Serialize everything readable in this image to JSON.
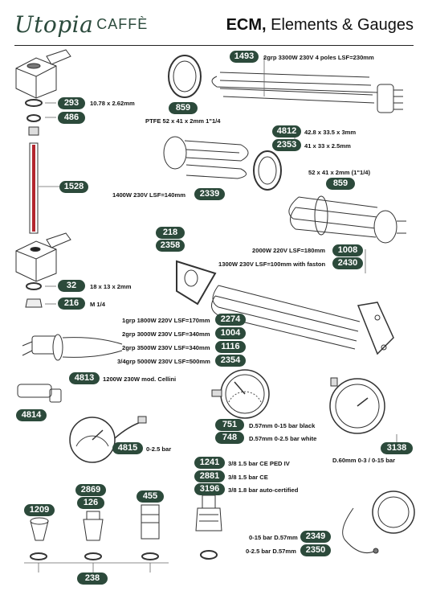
{
  "header": {
    "logo_script": "Utopia",
    "logo_brand": "CAFFÈ",
    "title_bold": "ECM,",
    "title_rest": " Elements & Gauges"
  },
  "parts": [
    {
      "code": "1493",
      "desc": "2grp 3300W 230V 4 poles LSF=230mm"
    },
    {
      "code": "293",
      "desc": "10.78 x 2.62mm"
    },
    {
      "code": "486",
      "desc": ""
    },
    {
      "code": "859",
      "desc": "PTFE 52 x 41 x 2mm 1\"1/4"
    },
    {
      "code": "4812",
      "desc": "42.8 x 33.5 x 3mm"
    },
    {
      "code": "2353",
      "desc": "41 x 33 x 2.5mm"
    },
    {
      "code": "1528",
      "desc": ""
    },
    {
      "code": "2339",
      "desc": "1400W 230V LSF=140mm"
    },
    {
      "code": "859",
      "desc": "52 x 41 x 2mm (1\"1/4)"
    },
    {
      "code": "218",
      "desc": ""
    },
    {
      "code": "2358",
      "desc": ""
    },
    {
      "code": "1008",
      "desc": "2000W 220V LSF=180mm"
    },
    {
      "code": "2430",
      "desc": "1300W 230V LSF=100mm with faston"
    },
    {
      "code": "32",
      "desc": "18 x 13 x 2mm"
    },
    {
      "code": "216",
      "desc": "M 1/4"
    },
    {
      "code": "2274",
      "desc": "1grp 1800W 220V LSF=170mm"
    },
    {
      "code": "1004",
      "desc": "2grp 3000W 230V LSF=340mm"
    },
    {
      "code": "1116",
      "desc": "2grp 3500W 230V LSF=340mm"
    },
    {
      "code": "2354",
      "desc": "3/4grp 5000W 230V LSF=500mm"
    },
    {
      "code": "4813",
      "desc": "1200W 230W mod. Cellini"
    },
    {
      "code": "4814",
      "desc": ""
    },
    {
      "code": "751",
      "desc": "D.57mm 0-15 bar black"
    },
    {
      "code": "748",
      "desc": "D.57mm 0-2.5 bar white"
    },
    {
      "code": "4815",
      "desc": "0-2.5 bar"
    },
    {
      "code": "3138",
      "desc": "D.60mm 0-3 / 0-15 bar"
    },
    {
      "code": "1241",
      "desc": "3/8 1.5 bar CE PED IV"
    },
    {
      "code": "2881",
      "desc": "3/8 1.5 bar CE"
    },
    {
      "code": "3196",
      "desc": "3/8 1.8 bar auto-certified"
    },
    {
      "code": "2869",
      "desc": ""
    },
    {
      "code": "455",
      "desc": ""
    },
    {
      "code": "1209",
      "desc": ""
    },
    {
      "code": "126",
      "desc": ""
    },
    {
      "code": "2349",
      "desc": "0-15 bar D.57mm"
    },
    {
      "code": "2350",
      "desc": "0-2.5 bar D.57mm"
    },
    {
      "code": "238",
      "desc": ""
    }
  ],
  "colors": {
    "badge": "#2c4a3b",
    "accent_red": "#b3262e"
  }
}
